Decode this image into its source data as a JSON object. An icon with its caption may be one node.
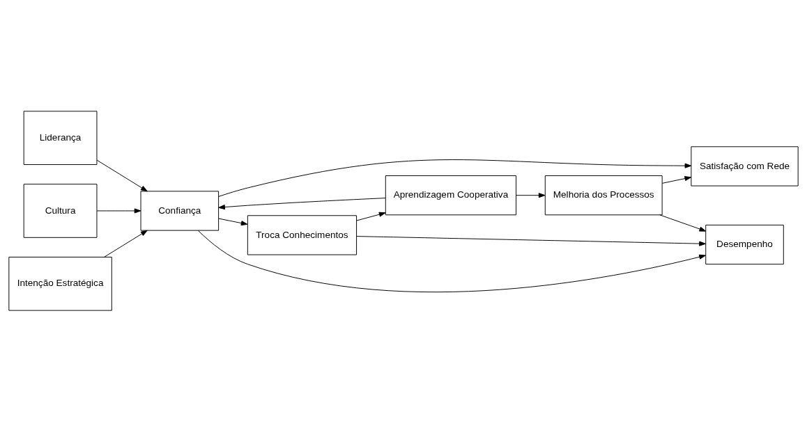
{
  "diagram": {
    "nodes": [
      {
        "text": [
          "Liderança"
        ]
      },
      {
        "text": [
          "Cultura"
        ]
      },
      {
        "text": [
          "Intenção Estratégica"
        ]
      },
      {
        "text": [
          "Confiança"
        ]
      },
      {
        "text": [
          "Troca Conhecimentos"
        ]
      },
      {
        "text": [
          "Aprendizagem Cooperativa"
        ]
      },
      {
        "text": [
          "Melhoria dos Processos"
        ]
      },
      {
        "text": [
          "Satisfação com Rede"
        ]
      },
      {
        "text": [
          "Desempenho"
        ]
      }
    ],
    "edges": [
      {
        "from": 0,
        "to": 3,
        "arrow": "to"
      },
      {
        "from": 1,
        "to": 3,
        "arrow": "to"
      },
      {
        "from": 2,
        "to": 3,
        "arrow": "to"
      },
      {
        "from": 3,
        "to": 4,
        "arrow": "to"
      },
      {
        "from": 4,
        "to": 5,
        "arrow": "to"
      },
      {
        "from": 5,
        "to": 3,
        "arrow": "to"
      },
      {
        "from": 5,
        "to": 6,
        "arrow": "to"
      },
      {
        "from": 3,
        "to": 7,
        "arrow": "to"
      },
      {
        "from": 6,
        "to": 7,
        "arrow": "to"
      },
      {
        "from": 6,
        "to": 8,
        "arrow": "to"
      },
      {
        "from": 4,
        "to": 8,
        "arrow": "to"
      },
      {
        "from": 3,
        "to": 8,
        "arrow": "to"
      }
    ]
  }
}
